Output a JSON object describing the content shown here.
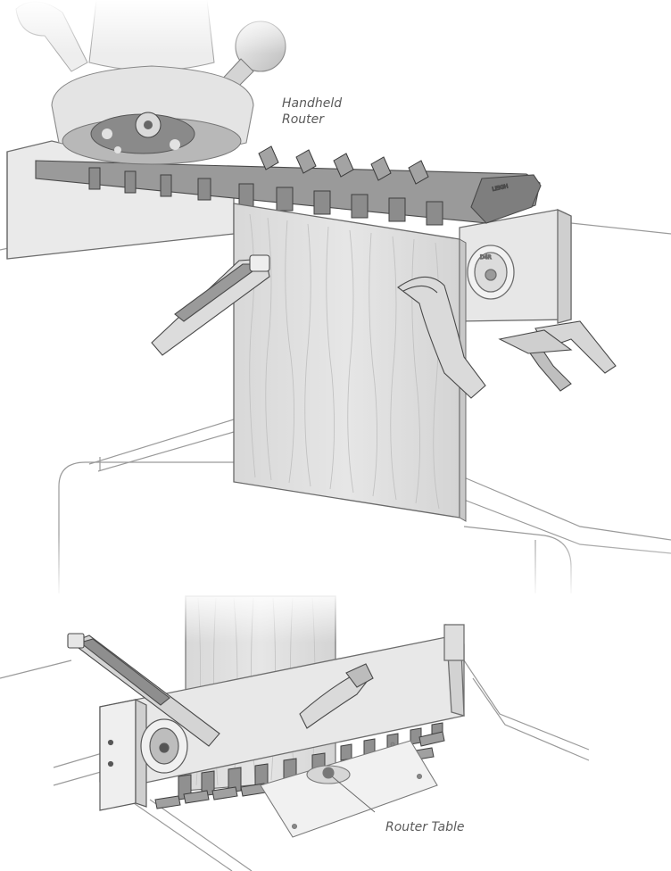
{
  "labels": {
    "handheld_router": [
      "Handheld",
      "Router"
    ],
    "router_table": "Router Table"
  },
  "jig_markings": {
    "template_brand": "LEIGH",
    "clamp_dial": "D4R"
  },
  "colors": {
    "line": "#6e6e6e",
    "wood": "#e3e3e3",
    "wood_grain": "#c9c9c9",
    "jig_body": "#d9d9d9",
    "template": "#8a8a8a",
    "template_dark": "#5e5e5e",
    "router_base": "#e6e6e6",
    "label_text": "#5a5a5a"
  }
}
